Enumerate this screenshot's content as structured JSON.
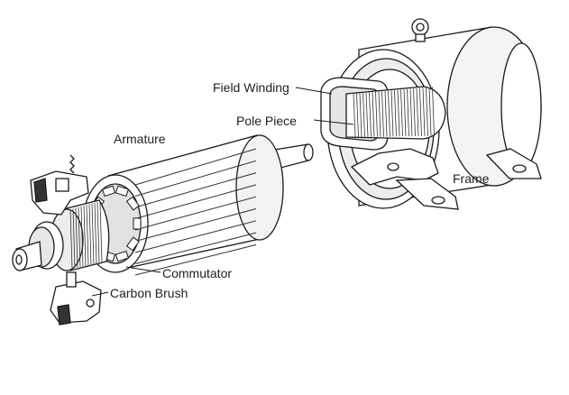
{
  "diagram": {
    "labels": {
      "field_winding": "Field Winding",
      "pole_piece": "Pole Piece",
      "armature": "Armature",
      "frame": "Frame",
      "commutator": "Commutator",
      "carbon_brush": "Carbon Brush"
    },
    "colors": {
      "ink": "#1a1a1a",
      "paper": "#ffffff",
      "shade": "#d9d9d9",
      "dark": "#555555"
    }
  }
}
